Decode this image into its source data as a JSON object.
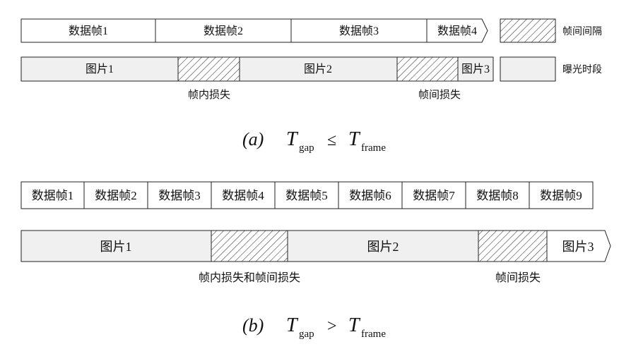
{
  "colors": {
    "stroke": "#222222",
    "frame_fill": "#ffffff",
    "exposure_fill": "#f0f0f0",
    "gap_hatch": "#333333",
    "text": "#111111"
  },
  "legend": {
    "gap_label": "帧间间隔",
    "exposure_label": "曝光时段"
  },
  "diagram_a": {
    "data_frames": [
      "数据帧1",
      "数据帧2",
      "数据帧3",
      "数据帧4"
    ],
    "pictures": [
      "图片1",
      "图片2",
      "图片3"
    ],
    "loss_labels": [
      "帧内损失",
      "帧间损失"
    ],
    "caption": {
      "paren": "(a)",
      "T1": "T",
      "sub1": "gap",
      "rel": "≤",
      "T2": "T",
      "sub2": "frame"
    }
  },
  "diagram_b": {
    "data_frames": [
      "数据帧1",
      "数据帧2",
      "数据帧3",
      "数据帧4",
      "数据帧5",
      "数据帧6",
      "数据帧7",
      "数据帧8",
      "数据帧9"
    ],
    "pictures": [
      "图片1",
      "图片2",
      "图片3"
    ],
    "loss_labels": [
      "帧内损失和帧间损失",
      "帧间损失"
    ],
    "caption": {
      "paren": "(b)",
      "T1": "T",
      "sub1": "gap",
      "rel": ">",
      "T2": "T",
      "sub2": "frame"
    }
  }
}
